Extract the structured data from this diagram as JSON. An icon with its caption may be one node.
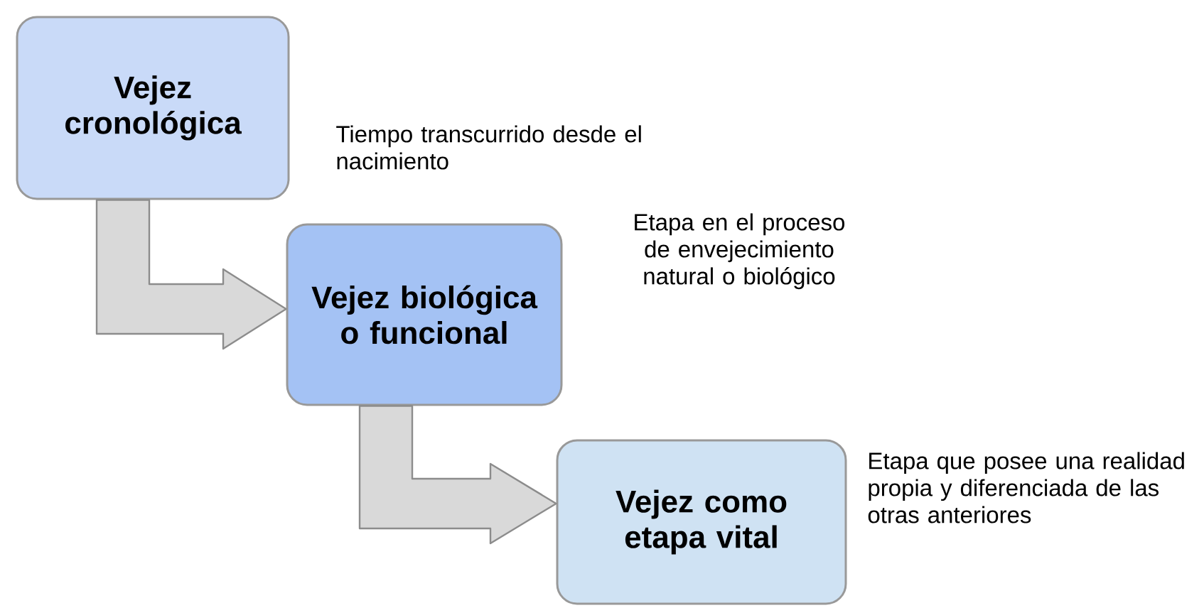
{
  "diagram": {
    "nodes": [
      {
        "text": [
          "Vejez cronológica"
        ],
        "beside": [
          "Tiempo transcurrido desde el nacimiento"
        ]
      },
      {
        "text": [
          "Vejez biológica o funcional"
        ],
        "beside": [
          "Etapa en el proceso de envejecimiento natural o biológico"
        ]
      },
      {
        "text": [
          "Vejez como etapa vital"
        ],
        "beside": [
          "Etapa que posee una realidad propia y diferenciada de las otras anteriores"
        ]
      }
    ],
    "edges": [
      {
        "from": 0,
        "to": 1,
        "arrow": "to"
      },
      {
        "from": 1,
        "to": 2,
        "arrow": "to"
      }
    ]
  }
}
